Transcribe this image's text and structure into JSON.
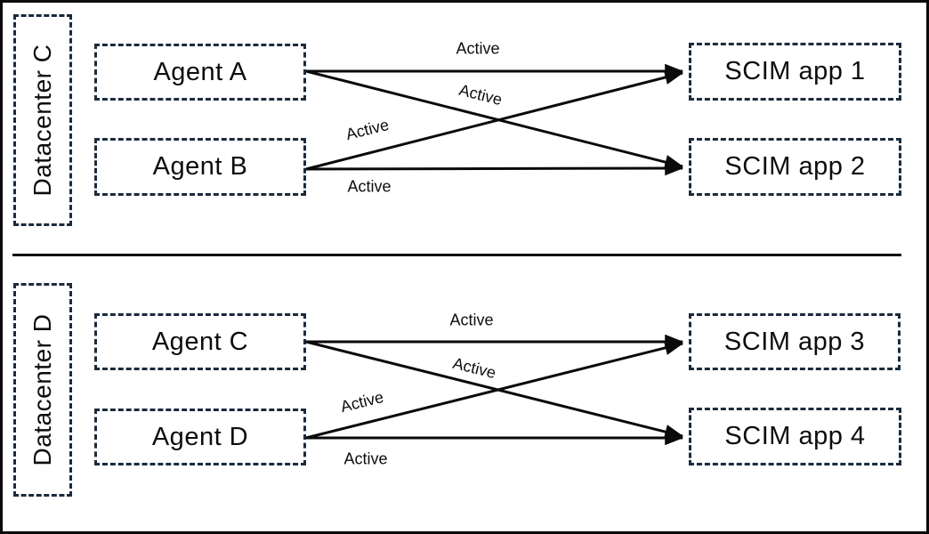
{
  "diagram": {
    "sections": [
      {
        "datacenter": "Datacenter C",
        "agents": [
          "Agent A",
          "Agent B"
        ],
        "apps": [
          "SCIM app 1",
          "SCIM app 2"
        ],
        "connections": [
          {
            "from": "Agent A",
            "to": "SCIM app 1",
            "label": "Active"
          },
          {
            "from": "Agent A",
            "to": "SCIM app 2",
            "label": "Active"
          },
          {
            "from": "Agent B",
            "to": "SCIM app 1",
            "label": "Active"
          },
          {
            "from": "Agent B",
            "to": "SCIM app 2",
            "label": "Active"
          }
        ]
      },
      {
        "datacenter": "Datacenter D",
        "agents": [
          "Agent C",
          "Agent D"
        ],
        "apps": [
          "SCIM app 3",
          "SCIM app 4"
        ],
        "connections": [
          {
            "from": "Agent C",
            "to": "SCIM app 3",
            "label": "Active"
          },
          {
            "from": "Agent C",
            "to": "SCIM app 4",
            "label": "Active"
          },
          {
            "from": "Agent D",
            "to": "SCIM app 3",
            "label": "Active"
          },
          {
            "from": "Agent D",
            "to": "SCIM app 4",
            "label": "Active"
          }
        ]
      }
    ],
    "colors": {
      "box_border": "#1a2b3c",
      "arrow": "#0a0a0a",
      "text": "#0d0d0d",
      "background": "#ffffff"
    }
  }
}
